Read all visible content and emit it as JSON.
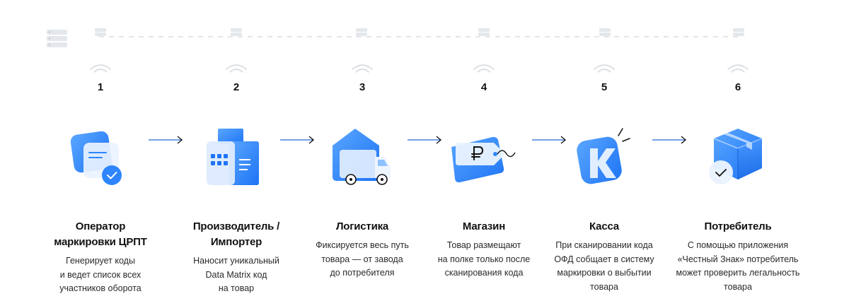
{
  "colors": {
    "accent": "#2E86FF",
    "accent_light": "#8EC2FF",
    "line": "#C8CDD3",
    "text": "#111111"
  },
  "steps": [
    {
      "number": "1",
      "title": "Оператор\nмаркировки ЦРПТ",
      "description": "Генерирует коды\nи ведет список всех\nучастников оборота",
      "icon": "document-check-icon"
    },
    {
      "number": "2",
      "title": "Производитель /\nИмпортер",
      "description": "Наносит уникальный\nData Matrix код\nна товар",
      "icon": "factory-icon"
    },
    {
      "number": "3",
      "title": "Логистика",
      "description": "Фиксируется весь путь\nтовара — от завода\nдо потребителя",
      "icon": "truck-icon"
    },
    {
      "number": "4",
      "title": "Магазин",
      "description": "Товар размещают\nна полке только после\nсканирования кода",
      "icon": "price-tag-icon"
    },
    {
      "number": "5",
      "title": "Касса",
      "description": "При сканировании кода\nОФД собщает в систему\nмаркировки о выбытии\nтовара",
      "icon": "cash-register-k-icon"
    },
    {
      "number": "6",
      "title": "Потребитель",
      "description": "С помощью приложения\n«Честный Знак» потребитель\nможет проверить легальность\nтовара",
      "icon": "package-check-icon"
    }
  ]
}
